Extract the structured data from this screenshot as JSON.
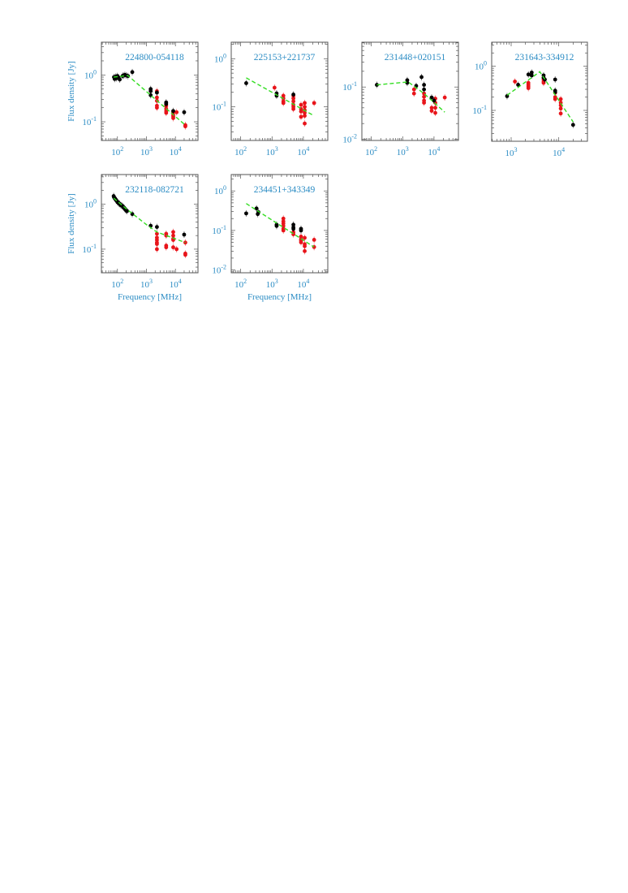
{
  "figure": {
    "label_color": "#2b8cc4",
    "frame_color": "#555555",
    "fit_color": "#33dd22",
    "black_point_color": "#000000",
    "red_point_color": "#e8141a",
    "xlabel": "Frequency [MHz]",
    "ylabel": "Flux density [Jy]"
  },
  "chart_data": [
    {
      "type": "scatter",
      "title": "224800-054118",
      "xlabel": "",
      "ylabel": "Flux density [Jy]",
      "xscale": "log",
      "yscale": "log",
      "xlim": [
        28,
        60000
      ],
      "ylim": [
        0.04,
        5
      ],
      "xticks": [
        100,
        1000,
        10000
      ],
      "xticklabels": [
        "10^2",
        "10^3",
        "10^4"
      ],
      "yticks": [
        0.1,
        1
      ],
      "yticklabels": [
        "10^-1",
        "10^0"
      ],
      "frame": {
        "x": 125,
        "y": 52,
        "w": 119,
        "h": 121
      },
      "series": [
        {
          "name": "black",
          "color": "black",
          "x": [
            76,
            80,
            84,
            88,
            92,
            100,
            110,
            120,
            150,
            160,
            180,
            200,
            230,
            325,
            1400,
            1400,
            1400,
            2300,
            4800,
            4800,
            8400,
            20000
          ],
          "y": [
            0.9,
            0.82,
            0.88,
            0.92,
            0.85,
            0.95,
            0.88,
            0.8,
            0.95,
            0.97,
            1.0,
            0.98,
            0.95,
            1.15,
            0.5,
            0.45,
            0.37,
            0.42,
            0.26,
            0.24,
            0.17,
            0.16
          ]
        },
        {
          "name": "red",
          "color": "red",
          "x": [
            2300,
            2300,
            2300,
            2300,
            2300,
            4800,
            4800,
            4800,
            4800,
            8400,
            8400,
            8400,
            8400,
            11000,
            22000,
            22000
          ],
          "y": [
            0.45,
            0.33,
            0.28,
            0.22,
            0.2,
            0.22,
            0.19,
            0.17,
            0.155,
            0.16,
            0.14,
            0.13,
            0.12,
            0.16,
            0.085,
            0.08
          ]
        }
      ],
      "fit": {
        "x": [
          74,
          230,
          22000
        ],
        "y": [
          0.9,
          0.97,
          0.085
        ]
      }
    },
    {
      "type": "scatter",
      "title": "225153+221737",
      "xlabel": "",
      "ylabel": "",
      "xscale": "log",
      "yscale": "log",
      "xlim": [
        50,
        60000
      ],
      "ylim": [
        0.02,
        2.2
      ],
      "xticks": [
        100,
        1000,
        10000
      ],
      "xticklabels": [
        "10^2",
        "10^3",
        "10^4"
      ],
      "yticks": [
        0.1,
        1
      ],
      "yticklabels": [
        "10^-1",
        "10^0"
      ],
      "frame": {
        "x": 285,
        "y": 52,
        "w": 119,
        "h": 121
      },
      "series": [
        {
          "name": "black",
          "color": "black",
          "x": [
            150,
            1400,
            1400,
            4800
          ],
          "y": [
            0.31,
            0.19,
            0.17,
            0.18
          ]
        },
        {
          "name": "red",
          "color": "red",
          "x": [
            1200,
            2300,
            2300,
            2300,
            2300,
            4800,
            4800,
            4800,
            4800,
            4800,
            4800,
            8400,
            8400,
            8400,
            8400,
            11000,
            11000,
            11000,
            11000,
            11000,
            11000,
            22000
          ],
          "y": [
            0.25,
            0.17,
            0.15,
            0.13,
            0.12,
            0.17,
            0.15,
            0.13,
            0.11,
            0.1,
            0.09,
            0.11,
            0.09,
            0.08,
            0.062,
            0.12,
            0.1,
            0.085,
            0.075,
            0.065,
            0.045,
            0.12
          ]
        }
      ],
      "fit": {
        "x": [
          150,
          22000
        ],
        "y": [
          0.4,
          0.065
        ]
      }
    },
    {
      "type": "scatter",
      "title": "231448+020151",
      "xlabel": "",
      "ylabel": "",
      "xscale": "log",
      "yscale": "log",
      "xlim": [
        50,
        60000
      ],
      "ylim": [
        0.0095,
        0.72
      ],
      "xticks": [
        100,
        1000,
        10000
      ],
      "xticklabels": [
        "10^2",
        "10^3",
        "10^4"
      ],
      "yticks": [
        0.01,
        0.1
      ],
      "yticklabels": [
        "10^-2",
        "10^-1"
      ],
      "frame": {
        "x": 446,
        "y": 52,
        "w": 119,
        "h": 121
      },
      "series": [
        {
          "name": "black",
          "color": "black",
          "x": [
            150,
            1400,
            1400,
            2700,
            4000,
            4800,
            4800,
            8400,
            10000
          ],
          "y": [
            0.11,
            0.135,
            0.12,
            0.105,
            0.155,
            0.11,
            0.09,
            0.063,
            0.055
          ]
        },
        {
          "name": "red",
          "color": "red",
          "x": [
            2300,
            2300,
            4800,
            4800,
            4800,
            4800,
            8400,
            8400,
            11000,
            11000,
            11000,
            11000,
            22000
          ],
          "y": [
            0.09,
            0.075,
            0.075,
            0.065,
            0.055,
            0.05,
            0.04,
            0.035,
            0.06,
            0.05,
            0.04,
            0.032,
            0.063
          ]
        },
        {
          "name": "red-small",
          "color": "red",
          "x": [],
          "y": []
        }
      ],
      "fit": {
        "x": [
          150,
          1500,
          4800,
          22000
        ],
        "y": [
          0.11,
          0.125,
          0.075,
          0.033
        ]
      }
    },
    {
      "type": "scatter",
      "title": "231643-334912",
      "xlabel": "",
      "ylabel": "",
      "xscale": "log",
      "yscale": "log",
      "xlim": [
        390,
        40000
      ],
      "ylim": [
        0.02,
        3.5
      ],
      "xticks": [
        1000,
        10000
      ],
      "xticklabels": [
        "10^3",
        "10^4"
      ],
      "yticks": [
        0.1,
        1
      ],
      "yticklabels": [
        "10^-1",
        "10^0"
      ],
      "frame": {
        "x": 606,
        "y": 52,
        "w": 118,
        "h": 122
      },
      "series": [
        {
          "name": "black",
          "color": "black",
          "x": [
            820,
            1400,
            2300,
            2700,
            2700,
            4800,
            4800,
            5100,
            8400,
            8400,
            8400,
            20000
          ],
          "y": [
            0.21,
            0.38,
            0.65,
            0.72,
            0.62,
            0.62,
            0.55,
            0.5,
            0.5,
            0.28,
            0.26,
            0.047
          ]
        },
        {
          "name": "red",
          "color": "red",
          "x": [
            1200,
            2300,
            2300,
            2300,
            2300,
            4800,
            4800,
            4800,
            4800,
            8400,
            8400,
            8400,
            11000,
            11000,
            11000,
            11000,
            11000
          ],
          "y": [
            0.45,
            0.42,
            0.38,
            0.35,
            0.32,
            0.55,
            0.5,
            0.45,
            0.42,
            0.25,
            0.2,
            0.18,
            0.18,
            0.15,
            0.13,
            0.11,
            0.085
          ]
        }
      ],
      "fit": {
        "x": [
          820,
          4000,
          20000
        ],
        "y": [
          0.22,
          0.75,
          0.055
        ]
      }
    },
    {
      "type": "scatter",
      "title": "232118-082721",
      "xlabel": "Frequency [MHz]",
      "ylabel": "Flux density [Jy]",
      "xscale": "log",
      "yscale": "log",
      "xlim": [
        28,
        60000
      ],
      "ylim": [
        0.03,
        4.5
      ],
      "xticks": [
        100,
        1000,
        10000
      ],
      "xticklabels": [
        "10^2",
        "10^3",
        "10^4"
      ],
      "yticks": [
        0.1,
        1
      ],
      "yticklabels": [
        "10^-1",
        "10^0"
      ],
      "frame": {
        "x": 125,
        "y": 215,
        "w": 119,
        "h": 121
      },
      "series": [
        {
          "name": "black",
          "color": "black",
          "x": [
            74,
            76,
            80,
            84,
            88,
            92,
            100,
            110,
            115,
            120,
            130,
            140,
            150,
            160,
            170,
            180,
            190,
            200,
            215,
            325,
            1400,
            2300,
            20000
          ],
          "y": [
            1.5,
            1.42,
            1.35,
            1.3,
            1.25,
            1.2,
            1.1,
            1.05,
            1.02,
            1.0,
            0.95,
            0.92,
            0.9,
            0.85,
            0.82,
            0.78,
            0.75,
            0.72,
            0.7,
            0.6,
            0.33,
            0.31,
            0.21
          ]
        },
        {
          "name": "red",
          "color": "red",
          "x": [
            2300,
            2300,
            2300,
            2300,
            2300,
            2300,
            4800,
            4800,
            4800,
            4800,
            8400,
            8400,
            8400,
            8400,
            8400,
            11000,
            22000,
            22000,
            22000
          ],
          "y": [
            0.22,
            0.18,
            0.16,
            0.14,
            0.13,
            0.1,
            0.22,
            0.2,
            0.12,
            0.11,
            0.24,
            0.2,
            0.17,
            0.16,
            0.11,
            0.1,
            0.14,
            0.08,
            0.075
          ]
        }
      ],
      "fit": {
        "x": [
          74,
          220,
          1000,
          2300,
          22000
        ],
        "y": [
          1.35,
          0.75,
          0.35,
          0.24,
          0.14
        ]
      }
    },
    {
      "type": "scatter",
      "title": "234451+343349",
      "xlabel": "Frequency [MHz]",
      "ylabel": "",
      "xscale": "log",
      "yscale": "log",
      "xlim": [
        50,
        60000
      ],
      "ylim": [
        0.0085,
        2.6
      ],
      "xticks": [
        100,
        1000,
        10000
      ],
      "xticklabels": [
        "10^2",
        "10^3",
        "10^4"
      ],
      "yticks": [
        0.01,
        0.1,
        1
      ],
      "yticklabels": [
        "10^-2",
        "10^-1",
        "10^0"
      ],
      "frame": {
        "x": 285,
        "y": 215,
        "w": 119,
        "h": 121
      },
      "series": [
        {
          "name": "black",
          "color": "black",
          "x": [
            150,
            320,
            350,
            370,
            1400,
            1400,
            4800,
            4800,
            4800,
            8400,
            8400
          ],
          "y": [
            0.27,
            0.36,
            0.26,
            0.29,
            0.14,
            0.13,
            0.14,
            0.12,
            0.11,
            0.11,
            0.1
          ]
        },
        {
          "name": "red",
          "color": "red",
          "x": [
            2300,
            2300,
            2300,
            2300,
            2300,
            2300,
            4800,
            4800,
            8400,
            8400,
            8400,
            8400,
            11000,
            11000,
            11000,
            11000,
            22000,
            22000
          ],
          "y": [
            0.2,
            0.17,
            0.15,
            0.13,
            0.11,
            0.1,
            0.09,
            0.08,
            0.07,
            0.06,
            0.055,
            0.05,
            0.065,
            0.045,
            0.04,
            0.03,
            0.058,
            0.038
          ]
        }
      ],
      "fit": {
        "x": [
          150,
          22000
        ],
        "y": [
          0.48,
          0.038
        ]
      }
    }
  ]
}
